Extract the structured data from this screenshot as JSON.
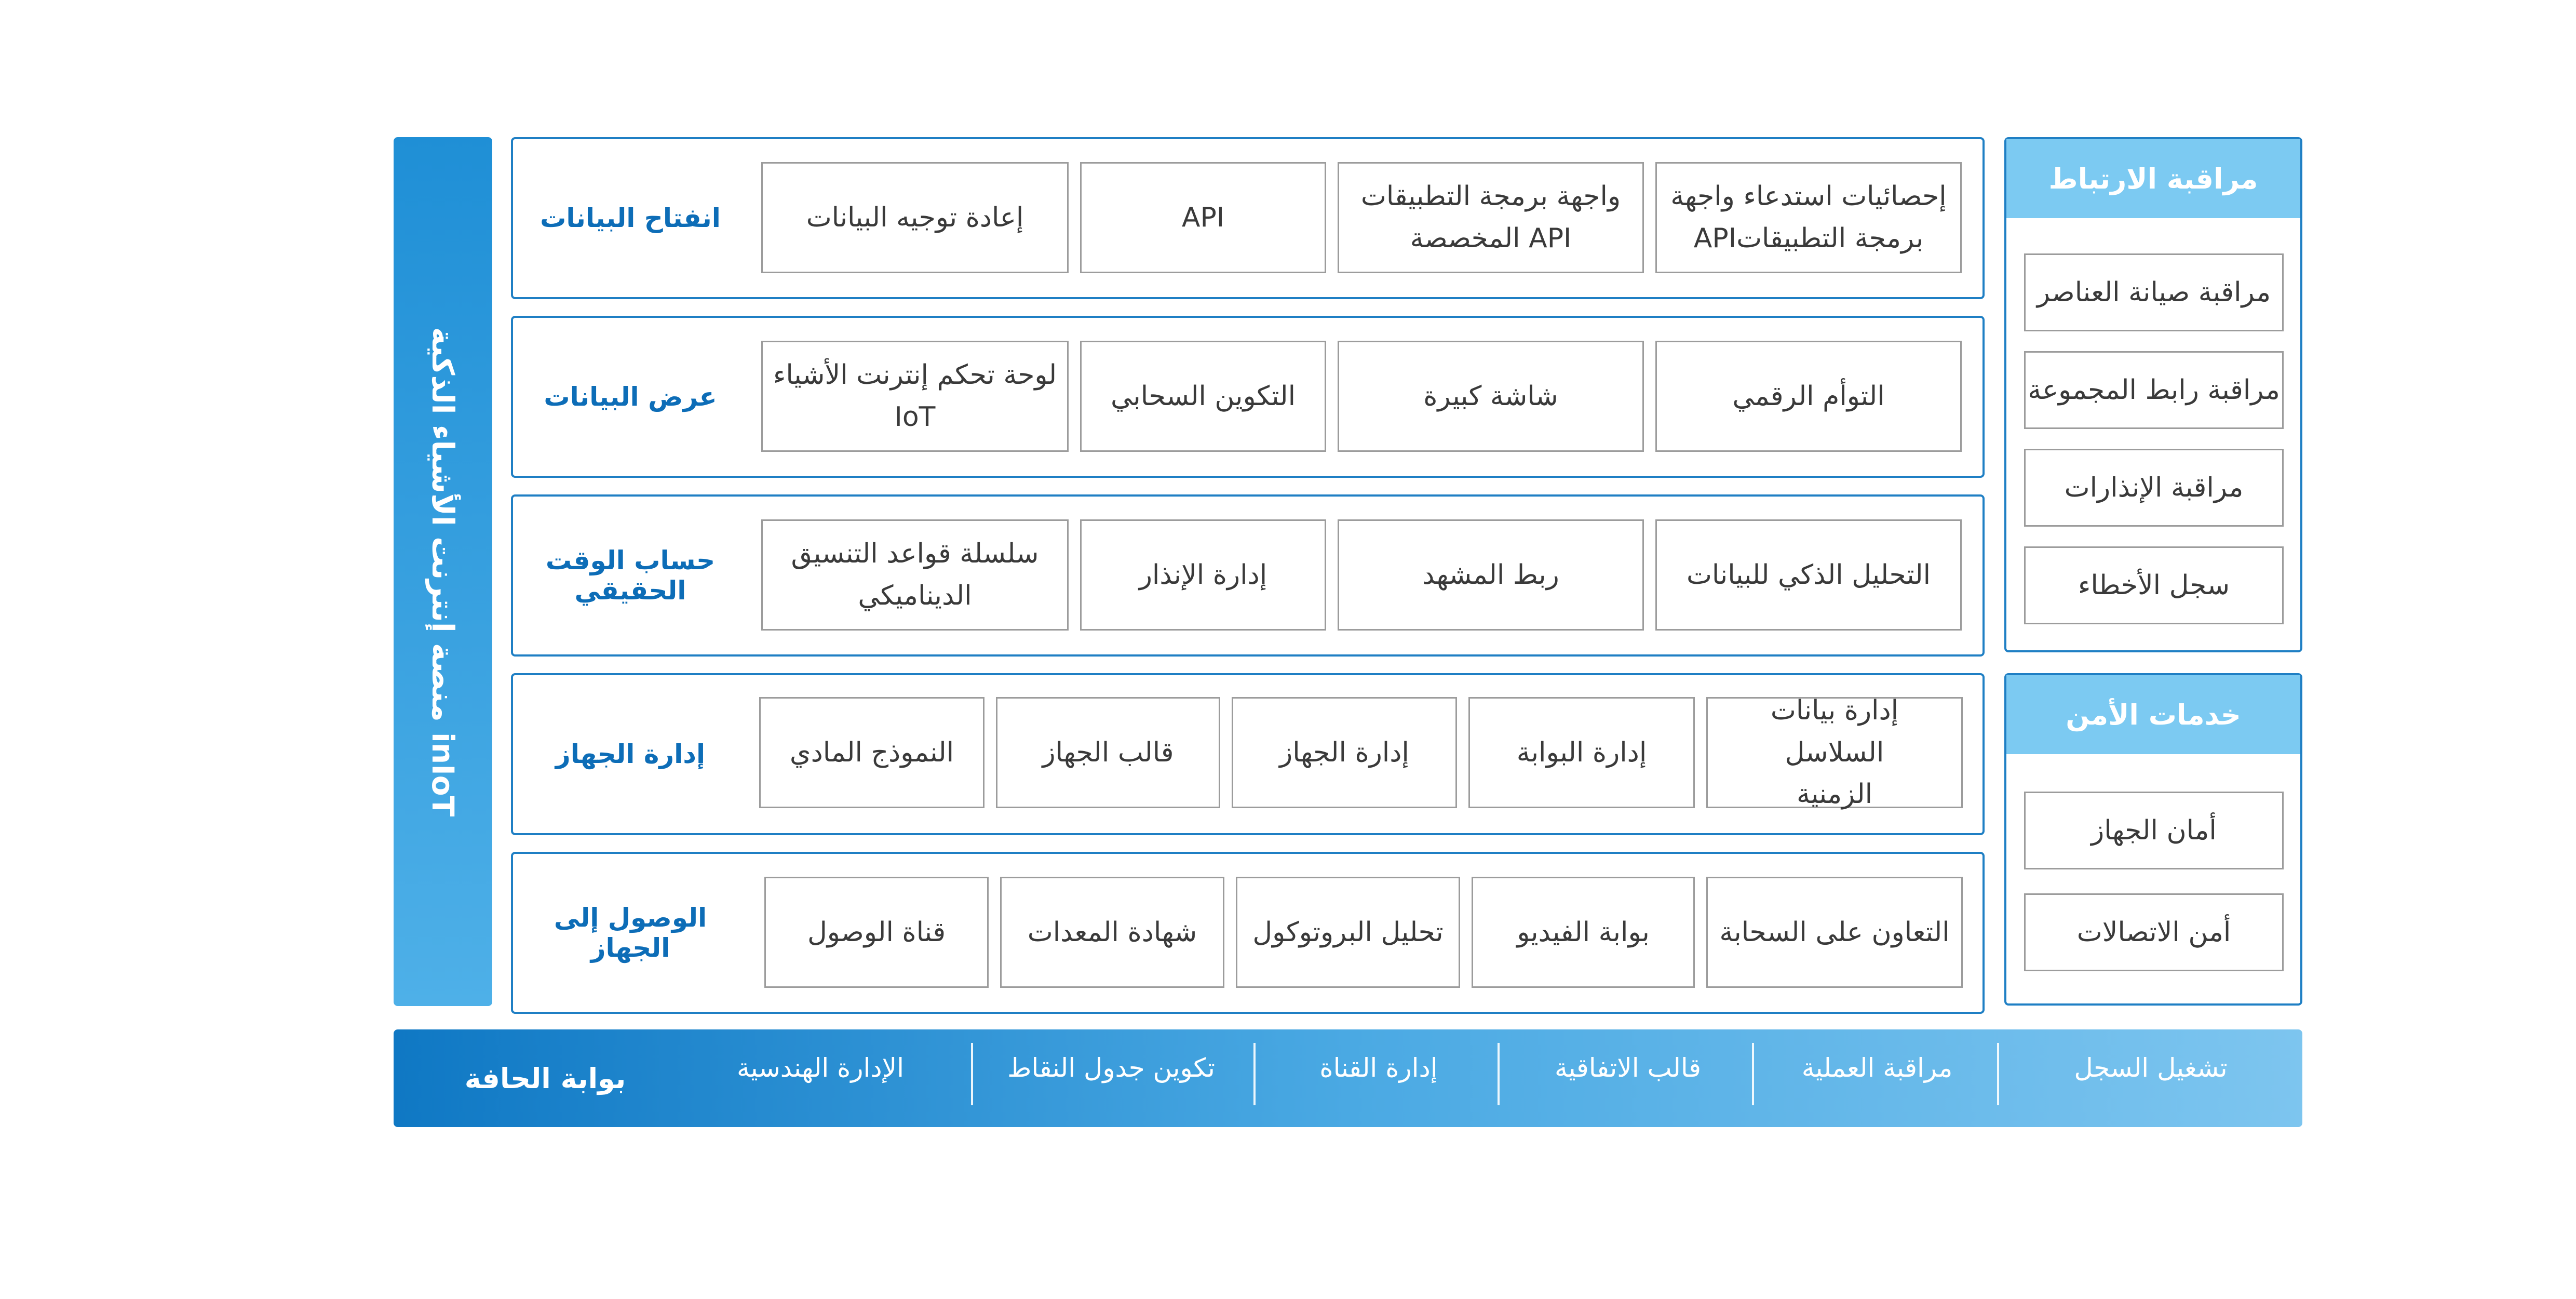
{
  "platform": {
    "label": "منصة إنترنت الأشياء الذكية inIoT"
  },
  "layers": [
    {
      "title": "انفتاح البيانات",
      "items": [
        [
          "إحصائيات استدعاء واجهة",
          "برمجة التطبيقاتAPI"
        ],
        [
          "واجهة برمجة التطبيقات",
          "API المخصصة"
        ],
        [
          "API"
        ],
        [
          "إعادة توجيه البيانات"
        ]
      ]
    },
    {
      "title": "عرض البيانات",
      "items": [
        [
          "التوأم الرقمي"
        ],
        [
          "شاشة كبيرة"
        ],
        [
          "التكوين السحابي"
        ],
        [
          "لوحة تحكم إنترنت الأشياء",
          "IoT"
        ]
      ]
    },
    {
      "title": "حساب الوقت الحقيقي",
      "items": [
        [
          "التحليل الذكي للبيانات"
        ],
        [
          "ربط المشهد"
        ],
        [
          "إدارة الإنذار"
        ],
        [
          "سلسلة قواعد التنسيق",
          "الديناميكي"
        ]
      ]
    },
    {
      "title": "إدارة الجهاز",
      "items": [
        [
          "إدارة بيانات السلاسل",
          "الزمنية"
        ],
        [
          "إدارة البوابة"
        ],
        [
          "إدارة الجهاز"
        ],
        [
          "قالب الجهاز"
        ],
        [
          "النموذج المادي"
        ]
      ]
    },
    {
      "title": "الوصول إلى الجهاز",
      "items": [
        [
          "التعاون على السحابة"
        ],
        [
          "بوابة الفيديو"
        ],
        [
          "تحليل البروتوكول"
        ],
        [
          "شهادة المعدات"
        ],
        [
          "قناة الوصول"
        ]
      ]
    }
  ],
  "side_panels": [
    {
      "header": "مراقبة الارتباط",
      "items": [
        "مراقبة صيانة العناصر",
        "مراقبة رابط المجموعة",
        "مراقبة الإنذارات",
        "سجل الأخطاء"
      ]
    },
    {
      "header": "خدمات الأمن",
      "items": [
        "أمان الجهاز",
        "أمن الاتصالات"
      ]
    }
  ],
  "edge_gateway": {
    "title": "بوابة الحافة",
    "items": [
      "الإدارة الهندسية",
      "تكوين جدول النقاط",
      "إدارة القناة",
      "قالب الاتفاقية",
      "مراقبة العملية",
      "تشغيل السجل"
    ]
  },
  "colors": {
    "primary_blue": "#1f7fc4",
    "title_blue": "#0d6db7",
    "light_blue": "#7ccaf2",
    "cell_border": "#9c9c9c"
  }
}
